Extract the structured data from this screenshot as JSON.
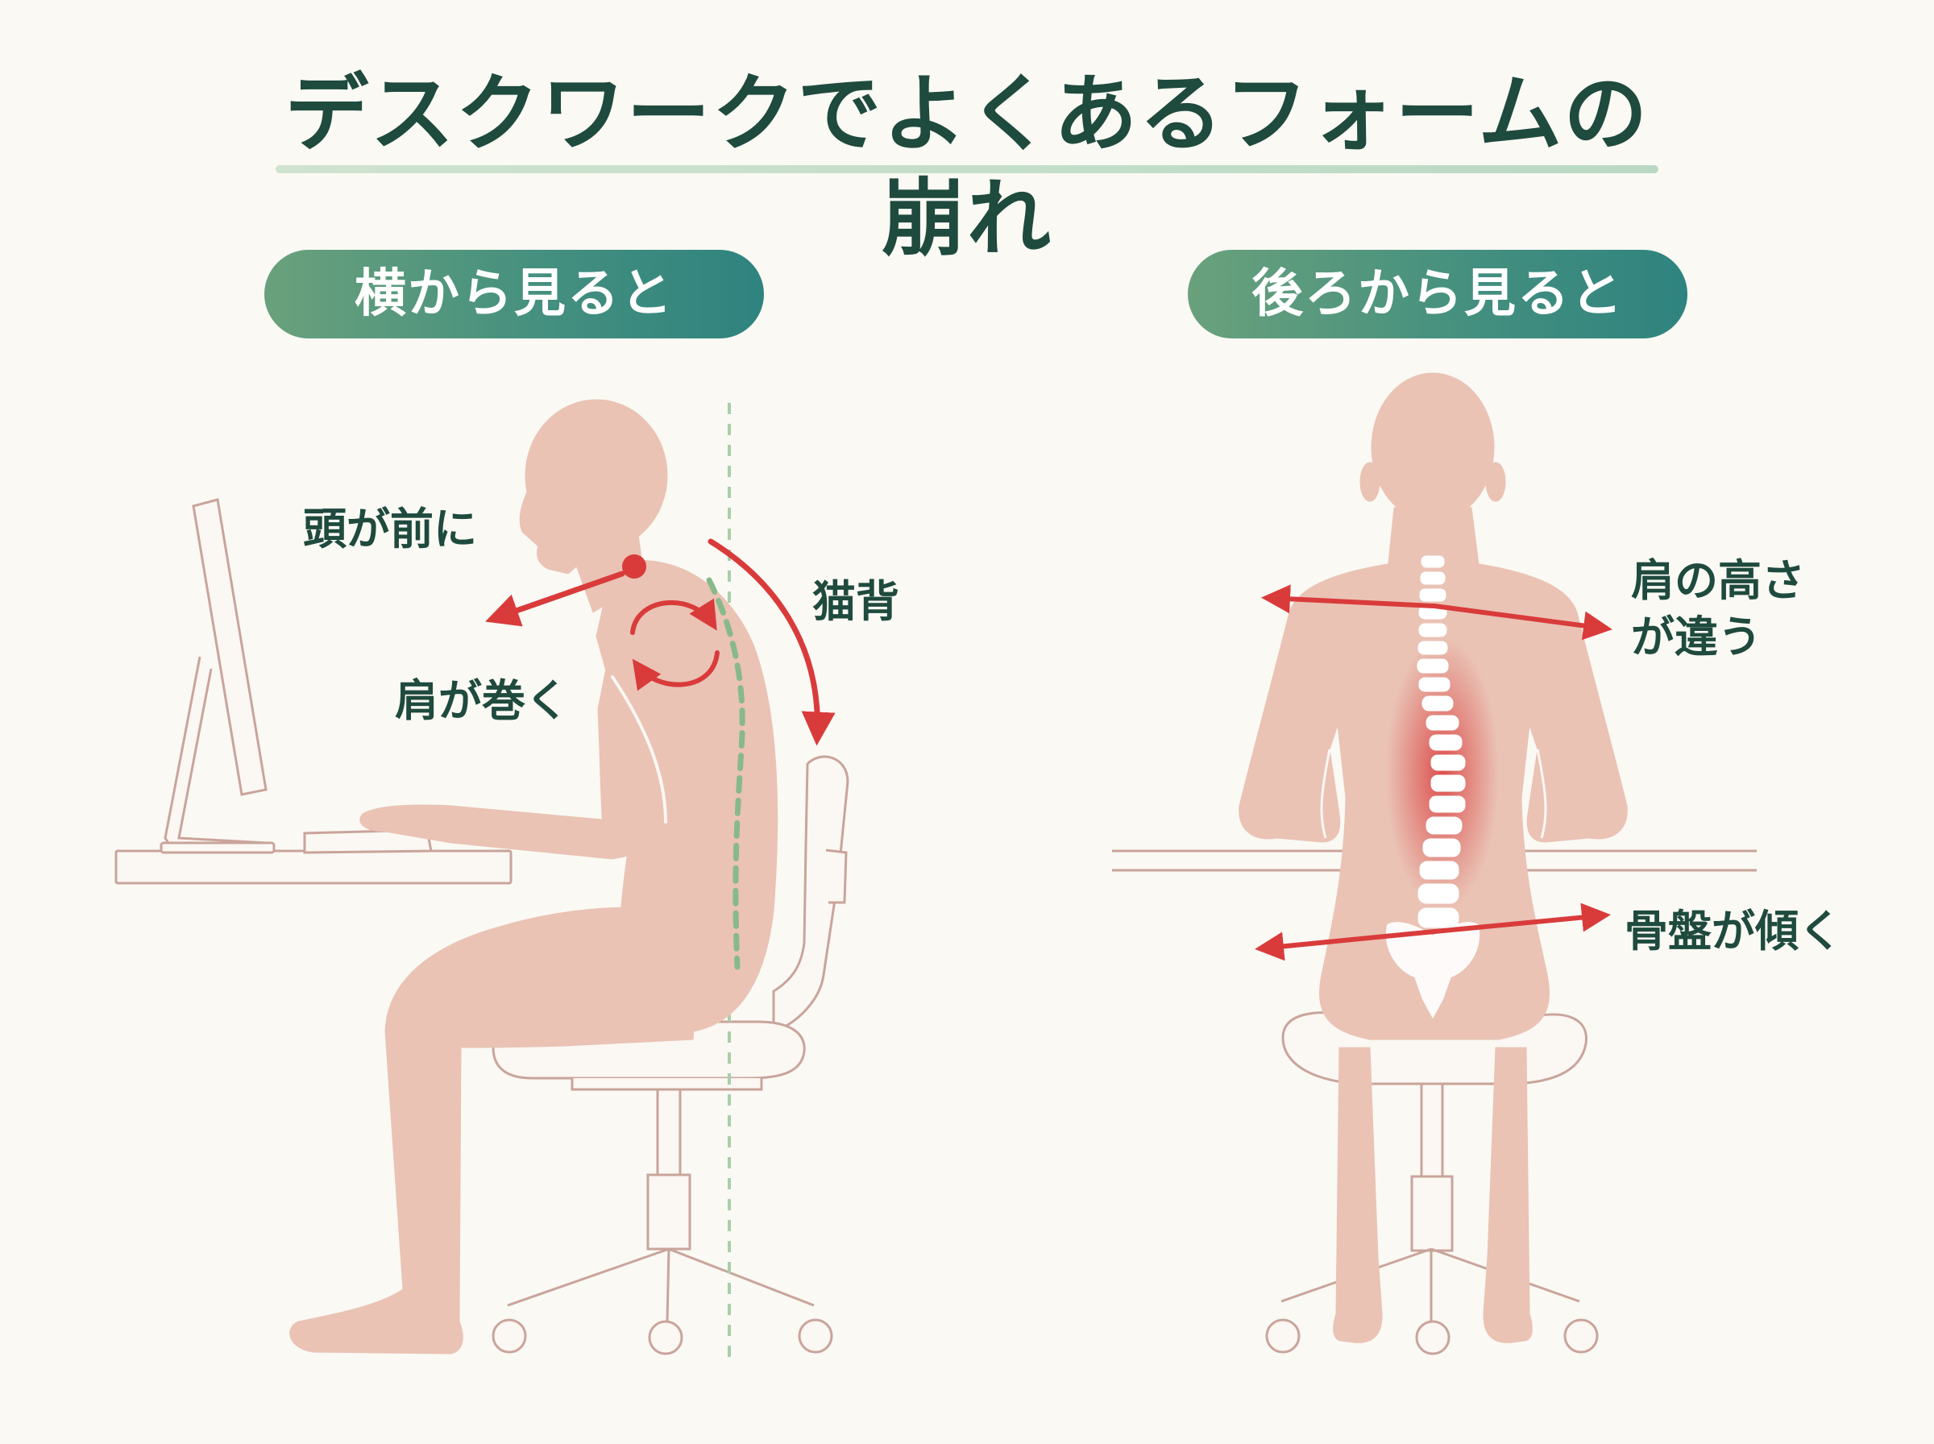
{
  "title": "デスクワークでよくあるフォームの崩れ",
  "panels": {
    "side": {
      "heading": "横から見ると",
      "labels": {
        "head_forward": "頭が前に",
        "rounded_shoulders": "肩が巻く",
        "hunched_back": "猫背"
      }
    },
    "back": {
      "heading": "後ろから見ると",
      "labels": {
        "shoulder_height_line1": "肩の高さ",
        "shoulder_height_line2": "が違う",
        "pelvis_tilt": "骨盤が傾く"
      }
    }
  },
  "colors": {
    "title_text": "#1f4a3e",
    "pill_start": "#6aa17c",
    "pill_end": "#2f837f",
    "skin": "#eac3b5",
    "arrow_red": "#d93b3b",
    "guide_green": "#88b98a",
    "furniture_line": "#c9a49b",
    "background": "#faf9f4"
  }
}
